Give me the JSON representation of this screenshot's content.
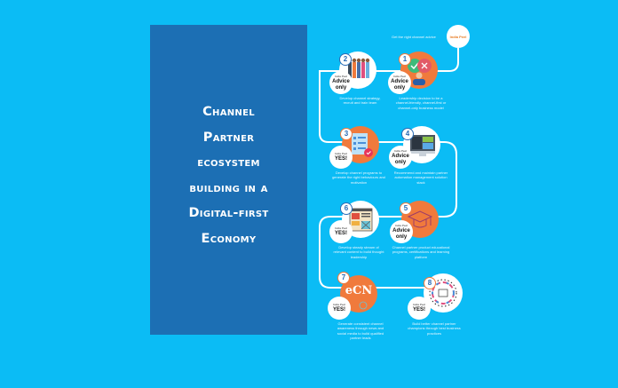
{
  "title": {
    "lines": [
      "Channel",
      "Partner",
      "ecosystem",
      "building in a",
      "Digital-first",
      "Economy"
    ]
  },
  "infographic": {
    "intro": "Get the right channel advice",
    "logo_text": "India Peel",
    "badge_small": "India Peel",
    "steps": [
      {
        "number": "1",
        "badge": "Advice only",
        "icon": "decision-check-cross-icon",
        "text": "Leadership decision to be a channel-friendly, channel-first or channel-only business model"
      },
      {
        "number": "2",
        "badge": "Advice only",
        "icon": "team-people-icon",
        "text": "Develop channel strategy, recruit and train team"
      },
      {
        "number": "3",
        "badge": "YES!",
        "icon": "checklist-icon",
        "text": "Develop channel programs to generate the right behaviours and motivation"
      },
      {
        "number": "4",
        "badge": "Advice only",
        "icon": "monitor-dashboard-icon",
        "text": "Recommend and maintain partner automation management solution stack"
      },
      {
        "number": "5",
        "badge": "Advice only",
        "icon": "graduation-cap-icon",
        "text": "Channel partner product educational programs, certifications and learning platform"
      },
      {
        "number": "6",
        "badge": "YES!",
        "icon": "content-layout-icon",
        "text": "Develop steady stream of relevant content to build thought leadership"
      },
      {
        "number": "7",
        "badge": "YES!",
        "icon": "ecn-logo-icon",
        "icon_text": "eCN",
        "text": "Generate consistent channel awareness through news and social media to build qualified partner leads"
      },
      {
        "number": "8",
        "badge": "YES!",
        "icon": "partner-network-icon",
        "text": "Build better channel partner champions through best business practices"
      }
    ]
  },
  "colors": {
    "background": "#0bbcf5",
    "panel": "#1c6fb4",
    "accent_orange": "#f07a3c",
    "number_blue": "#2a6bb5"
  }
}
